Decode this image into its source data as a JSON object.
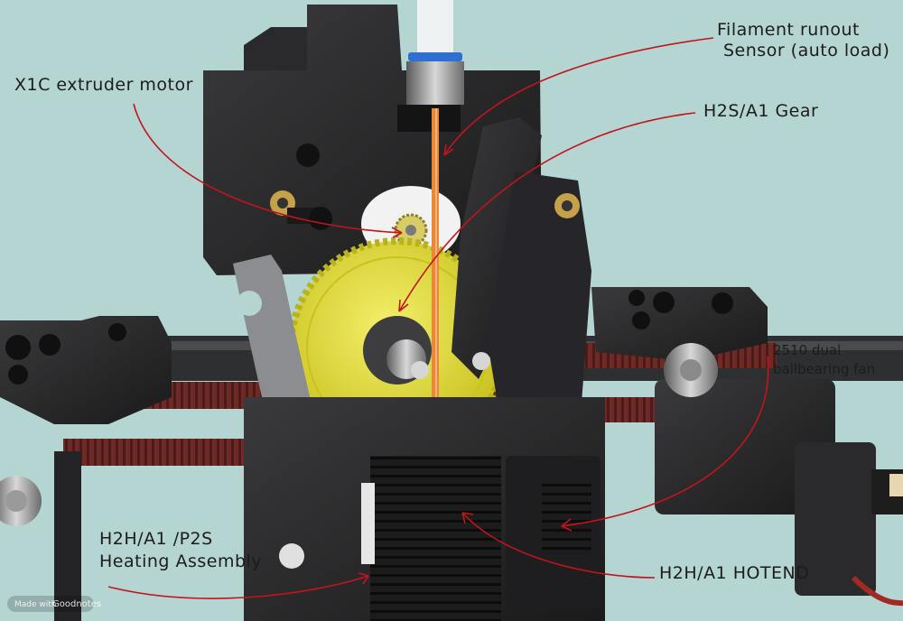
{
  "annotations": {
    "filament_runout_line1": "Filament runout",
    "filament_runout_line2": "Sensor (auto load)",
    "x1c_motor": "X1C extruder motor",
    "gear": "H2S/A1  Gear",
    "fan_line1": "2510 dual",
    "fan_line2": "ballbearing fan",
    "heating_line1": "H2H/A1 /P2S",
    "heating_line2": "Heating Assembly",
    "hotend": "H2H/A1 HOTEND"
  },
  "watermark": {
    "prefix": "Made with",
    "brand": "Goodnotes"
  },
  "colors": {
    "background": "#b5d5d2",
    "arrow": "#c2151b",
    "gear": "#e4e03a",
    "filament": "#e8893a",
    "body": "#2b2b2d"
  }
}
